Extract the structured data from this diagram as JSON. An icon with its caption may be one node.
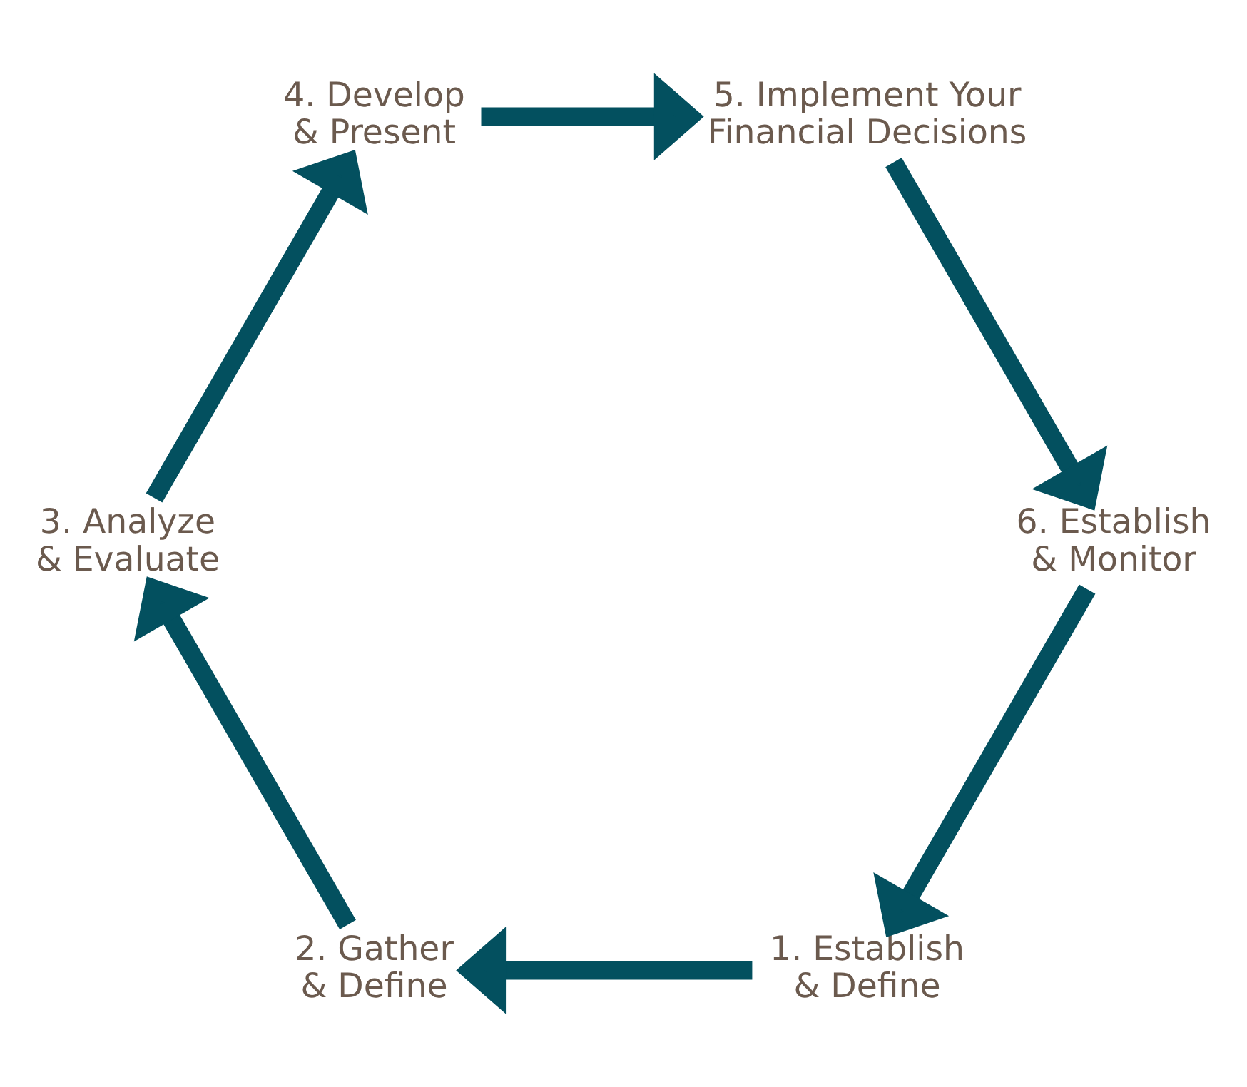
{
  "diagram": {
    "nodes": [
      {
        "text": [
          "1. Establish & Define"
        ]
      },
      {
        "text": [
          "2. Gather & Define"
        ]
      },
      {
        "text": [
          "3. Analyze & Evaluate"
        ]
      },
      {
        "text": [
          "4. Develop & Present"
        ]
      },
      {
        "text": [
          "5. Implement Your Financial Decisions"
        ]
      },
      {
        "text": [
          "6. Establish & Monitor"
        ]
      }
    ],
    "edges": [
      {
        "from": 0,
        "to": 1,
        "arrow": "to"
      },
      {
        "from": 1,
        "to": 2,
        "arrow": "to"
      },
      {
        "from": 2,
        "to": 3,
        "arrow": "to"
      },
      {
        "from": 3,
        "to": 4,
        "arrow": "to"
      },
      {
        "from": 4,
        "to": 5,
        "arrow": "to"
      },
      {
        "from": 5,
        "to": 0,
        "arrow": "to"
      }
    ]
  }
}
